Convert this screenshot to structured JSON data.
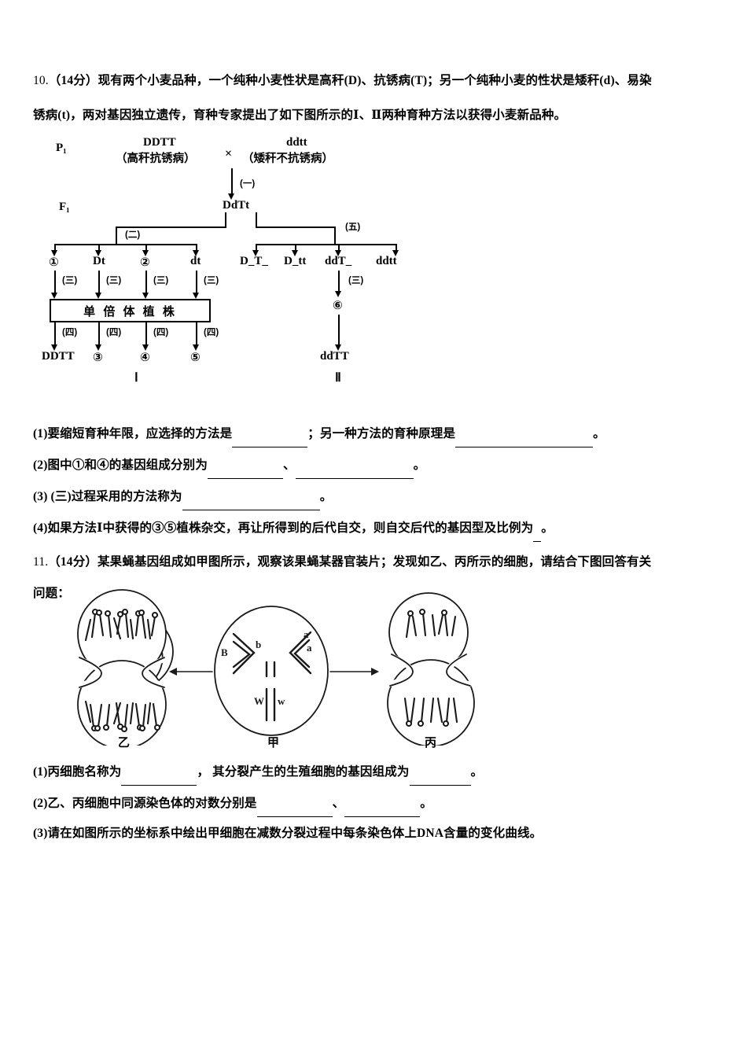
{
  "document": {
    "questions": [
      {
        "number": "10.",
        "score": "（14分）",
        "stem_line1": "现有两个小麦品种，一个纯种小麦性状是高秆(D)、抗锈病(T)；另一个纯种小麦的性状是矮秆(d)、易染",
        "stem_line2": "锈病(t)，两对基因独立遗传，育种专家提出了如下图所示的Ⅰ、Ⅱ两种育种方法以获得小麦新品种。",
        "sub": [
          {
            "label": "(1)",
            "part_a": "要缩短育种年限，应选择的方法是",
            "part_b": "；另一种方法的育种原理是",
            "part_c": "。"
          },
          {
            "label": "(2)",
            "part_a": "图中①和④的基因组成分别为",
            "part_b": "、",
            "part_c": "。"
          },
          {
            "label": "(3)",
            "part_a": " (三)过程采用的方法称为",
            "part_b": "",
            "part_c": "。"
          },
          {
            "label": "(4)",
            "part_a": "如果方法Ⅰ中获得的③⑤植株杂交，再让所得到的后代自交，则自交后代的基因型及比例为",
            "part_b": "",
            "part_c": "。"
          }
        ]
      },
      {
        "number": "11.",
        "score": "（14分）",
        "stem_line1": "某果蝇基因组成如甲图所示，观察该果蝇某器官装片；发现如乙、丙所示的细胞，请结合下图回答有关",
        "stem_line2": "问题：",
        "sub": [
          {
            "label": "(1)",
            "part_a": "丙细胞名称为",
            "part_b": "，  其分裂产生的生殖细胞的基因组成为",
            "part_c": "。"
          },
          {
            "label": "(2)",
            "part_a": "乙、丙细胞中同源染色体的对数分别是",
            "part_b": "、",
            "part_c": "。"
          },
          {
            "label": "(3)",
            "part_a": "请在如图所示的坐标系中绘出甲细胞在减数分裂过程中每条染色体上DNA含量的变化曲线。",
            "part_b": "",
            "part_c": ""
          }
        ]
      }
    ]
  },
  "breeding_diagram": {
    "generation_p": "P₁",
    "generation_f": "F₁",
    "parent_left_genotype": "DDTT",
    "parent_left_phenotype": "（高秆抗锈病）",
    "cross_symbol": "×",
    "parent_right_genotype": "ddtt",
    "parent_right_phenotype": "（矮秆不抗锈病）",
    "step_one": "(一)",
    "f1_genotype": "DdTt",
    "step_two": "(二)",
    "step_five": "(五)",
    "gametes": [
      "①",
      "Dt",
      "②",
      "dt"
    ],
    "step_three_labels": [
      "(三)",
      "(三)",
      "(三)",
      "(三)"
    ],
    "haploid_box": "单 倍 体 植 株",
    "step_four_labels": [
      "(四)",
      "(四)",
      "(四)",
      "(四)"
    ],
    "offspring_I": [
      "DDTT",
      "③",
      "④",
      "⑤"
    ],
    "f2_genotypes": [
      "D_T_",
      "D_tt",
      "ddT_",
      "ddtt"
    ],
    "step_six": "⑥",
    "offspring_II": "ddTT",
    "method_label_I": "Ⅰ",
    "method_label_II": "Ⅱ"
  },
  "cell_diagram": {
    "cells": [
      {
        "name": "乙",
        "position": "left"
      },
      {
        "name": "甲",
        "position": "center"
      },
      {
        "name": "丙",
        "position": "right"
      }
    ],
    "gene_labels": {
      "left_upper": "B",
      "left_lower": "b",
      "right_upper": "a",
      "right_lower": "a",
      "bottom_left": "W",
      "bottom_right": "w"
    }
  }
}
